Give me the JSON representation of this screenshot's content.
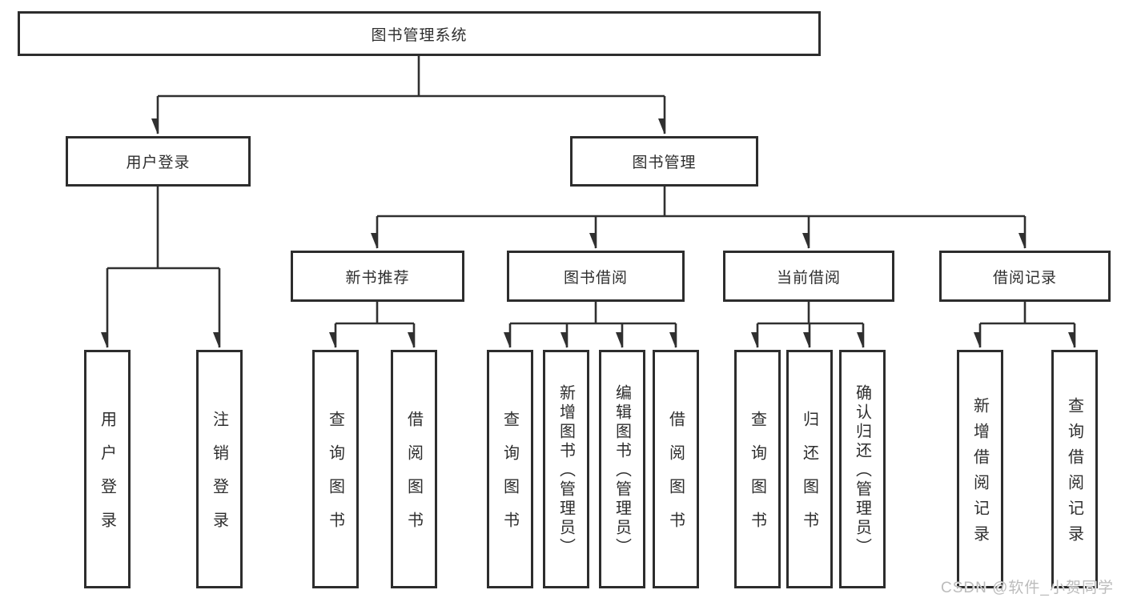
{
  "diagram": {
    "title": "图书管理系统",
    "nodes": {
      "root": "图书管理系统",
      "user_login": "用户登录",
      "book_mgmt": "图书管理",
      "new_book_rec": "新书推荐",
      "book_borrow": "图书借阅",
      "current_borrow": "当前借阅",
      "borrow_record": "借阅记录",
      "g1_login": "用户登录",
      "g1_logout": "注销登录",
      "g2_query": "查询图书",
      "g2_borrow": "借阅图书",
      "g3_query": "查询图书",
      "g3_add": "新增图书（管理员）",
      "g3_edit": "编辑图书（管理员）",
      "g3_borrow": "借阅图书",
      "g4_query": "查询图书",
      "g4_return": "归还图书",
      "g4_confirm": "确认归还（管理员）",
      "g5_add": "新增借阅记录",
      "g5_query": "查询借阅记录"
    },
    "colors": {
      "line": "#303030",
      "border": "#2d2d2d",
      "text": "#2e2e2e",
      "watermark_text": "#bcbcbc",
      "background": "#ffffff"
    }
  },
  "watermark": "CSDN @软件_小贺同学"
}
